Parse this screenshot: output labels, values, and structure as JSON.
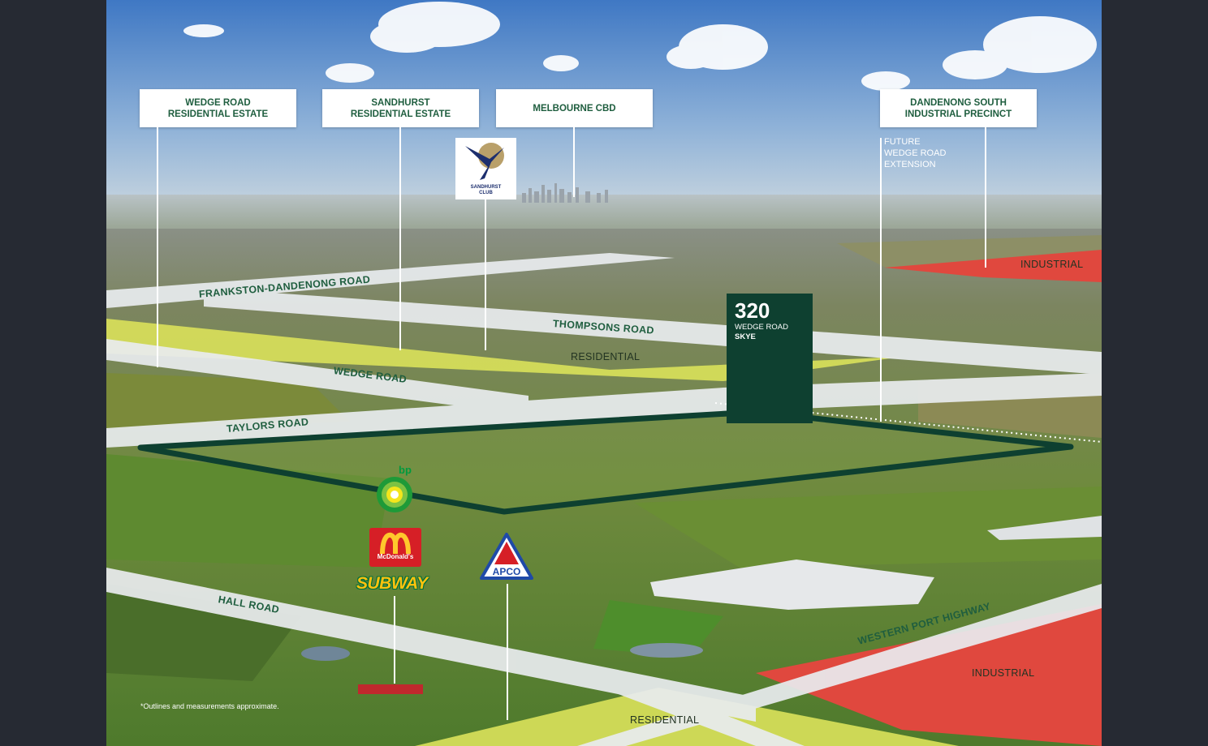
{
  "callouts": {
    "wedge_estate": "WEDGE ROAD\nRESIDENTIAL ESTATE",
    "sandhurst_estate": "SANDHURST\nRESIDENTIAL ESTATE",
    "melbourne_cbd": "MELBOURNE CBD",
    "dandenong_south": "DANDENONG SOUTH\nINDUSTRIAL PRECINCT"
  },
  "future_extension": "FUTURE\nWEDGE ROAD\nEXTENSION",
  "roads": {
    "frankston": "FRANKSTON-DANDENONG ROAD",
    "thompsons": "THOMPSONS ROAD",
    "wedge": "WEDGE ROAD",
    "taylors": "TAYLORS ROAD",
    "hall": "HALL ROAD",
    "western_port": "WESTERN PORT HIGHWAY"
  },
  "zones": {
    "industrial_top": "INDUSTRIAL",
    "residential_mid": "RESIDENTIAL",
    "industrial_bottom": "INDUSTRIAL",
    "residential_bottom": "RESIDENTIAL"
  },
  "site": {
    "number": "320",
    "street": "WEDGE ROAD",
    "suburb": "SKYE"
  },
  "brands": {
    "sandhurst_logo": "SANDHURST\nCLUB",
    "bp": "bp",
    "mcdonalds": "McDonald's",
    "subway": "SUBWAY",
    "apco": "APCO"
  },
  "disclaimer": "*Outlines and measurements approximate.",
  "colors": {
    "brand_green": "#1f5e3f",
    "tower_green": "#0e4030",
    "residential_yellow": "#d8e05a",
    "industrial_red": "#e0483e"
  }
}
